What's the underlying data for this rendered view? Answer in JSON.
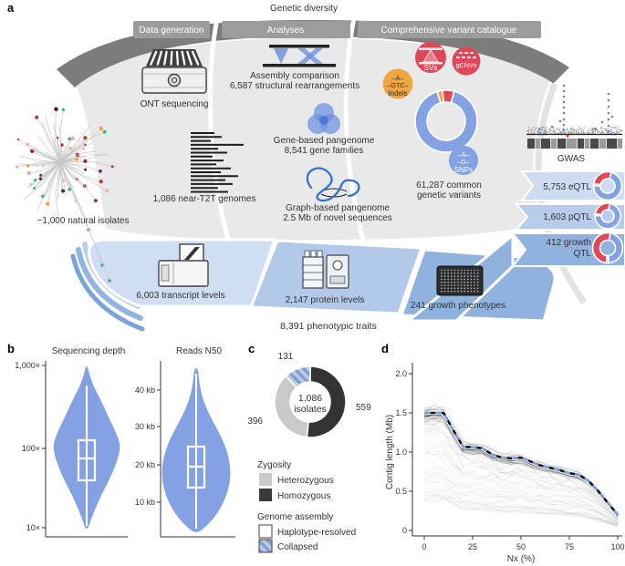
{
  "figure": {
    "panel_a_label": "a",
    "panel_b_label": "b",
    "panel_c_label": "c",
    "panel_d_label": "d"
  },
  "colors": {
    "accent_blue": "#84a1e4",
    "deep_blue": "#2f6fd6",
    "red": "#e0485a",
    "orange": "#f0a643",
    "dark": "#333333",
    "light_gray": "#c9c9c9",
    "band_gray": "#7c7c7c",
    "header_gray": "#9c9c9c",
    "funnel_gray": "#e9e9e9",
    "flow_light": "#cfdef2",
    "flow_mid": "#b3c9ea",
    "flow_dark": "#8fb2df"
  },
  "panel_a": {
    "title": "Genetic diversity",
    "headers": [
      "Data generation",
      "Analyses",
      "Comprehensive variant catalogue"
    ],
    "ont_label": "ONT sequencing",
    "genomes_label": "1,086 near-T2T genomes",
    "tree_label": "~1,000 natural isolates",
    "assembly": [
      "Assembly comparison",
      "6,587 structural rearrangements"
    ],
    "gene": [
      "Gene-based pangenome",
      "8,541 gene families"
    ],
    "graph": [
      "Graph-based pangenome",
      "2.5 Mb of novel sequences"
    ],
    "svs": "SVs",
    "gcnvs": "gCNVs",
    "indels": [
      "–A–",
      "–GTC–",
      "Indels"
    ],
    "snps": [
      "–A–",
      "–G–",
      "SNPs"
    ],
    "variants": [
      "61,287 common",
      "genetic variants"
    ],
    "gwas_label": "GWAS",
    "qtl": [
      {
        "label": "5,753 eQTL"
      },
      {
        "label": "1,603 pQTL"
      },
      {
        "label1": "412 growth",
        "label2": "QTL"
      }
    ],
    "flow": {
      "transcript": "6,003 transcript levels",
      "protein": "2,147 protein levels",
      "growth": "241 growth phenotypes",
      "traits": "8,391 phenotypic traits"
    }
  },
  "panel_b": {
    "left": {
      "title": "Sequencing depth",
      "ticks": [
        "1,000×",
        "100×",
        "10×"
      ]
    },
    "right": {
      "title": "Reads N50",
      "ticks": [
        "40 kb",
        "30 kb",
        "20 kb",
        "10 kb"
      ]
    }
  },
  "panel_c": {
    "counts": {
      "homozygous": "559",
      "heterozygous": "396",
      "collapsed": "131"
    },
    "center": [
      "1,086",
      "isolates"
    ],
    "legend": {
      "zygosity_title": "Zygosity",
      "heterozygous": "Heterozygous",
      "homozygous": "Homozygous",
      "assembly_title": "Genome assembly",
      "haplotype": "Haplotype-resolved",
      "collapsed": "Collapsed"
    }
  },
  "panel_d": {
    "xlabel": "Nx (%)",
    "ylabel": "Contig length (Mb)",
    "yticks": [
      "2.0",
      "1.5",
      "1.0",
      "0.5",
      "0"
    ],
    "xticks": [
      "0",
      "25",
      "50",
      "75",
      "100"
    ]
  },
  "chart_data": [
    {
      "id": "seq_depth_violin",
      "type": "violin",
      "title": "Sequencing depth",
      "yscale": "log",
      "yticks": [
        "1,000×",
        "100×",
        "10×"
      ],
      "summary": {
        "median": "≈80×",
        "q1": "≈45×",
        "q3": "≈130×",
        "whisker_low": "≈12×",
        "whisker_high": "≈600×"
      },
      "profile": [
        [
          0,
          0.03
        ],
        [
          0.05,
          0.08
        ],
        [
          0.12,
          0.2
        ],
        [
          0.2,
          0.4
        ],
        [
          0.3,
          0.62
        ],
        [
          0.4,
          0.85
        ],
        [
          0.48,
          1
        ],
        [
          0.55,
          0.95
        ],
        [
          0.63,
          0.82
        ],
        [
          0.72,
          0.62
        ],
        [
          0.8,
          0.42
        ],
        [
          0.88,
          0.25
        ],
        [
          0.95,
          0.12
        ],
        [
          1,
          0.04
        ]
      ]
    },
    {
      "id": "reads_n50_violin",
      "type": "violin",
      "title": "Reads N50",
      "yticks": [
        "40 kb",
        "30 kb",
        "20 kb",
        "10 kb"
      ],
      "summary": {
        "median": "≈20 kb",
        "q1": "≈14 kb",
        "q3": "≈25 kb",
        "whisker_low": "≈3 kb",
        "whisker_high": "≈45 kb"
      },
      "profile": [
        [
          0,
          0.05
        ],
        [
          0.06,
          0.08
        ],
        [
          0.15,
          0.14
        ],
        [
          0.25,
          0.3
        ],
        [
          0.35,
          0.55
        ],
        [
          0.45,
          0.8
        ],
        [
          0.55,
          0.95
        ],
        [
          0.65,
          1
        ],
        [
          0.75,
          0.92
        ],
        [
          0.85,
          0.72
        ],
        [
          0.93,
          0.45
        ],
        [
          1,
          0.1
        ]
      ]
    },
    {
      "id": "isolates_donut",
      "type": "pie",
      "total": 1086,
      "start": 0,
      "segments": [
        {
          "label": "Homozygous",
          "value": 559,
          "color": "#333333"
        },
        {
          "label": "Heterozygous",
          "value": 396,
          "color": "#c9c9c9"
        },
        {
          "label": "Collapsed",
          "value": 131,
          "color": "hatch"
        }
      ]
    },
    {
      "id": "variant_donut",
      "type": "pie",
      "start": 343,
      "segments": [
        {
          "label": "Indels",
          "sweep": 10,
          "color": "#f0a643"
        },
        {
          "label": "SVs",
          "sweep": 22,
          "color": "#e0485a"
        },
        {
          "label": "SNPs",
          "sweep": 328,
          "color": "#84a1e4"
        }
      ]
    },
    {
      "id": "eqtl_donut",
      "type": "pie",
      "start": 270,
      "segments": [
        {
          "sweep": 10,
          "color": "#f0a643"
        },
        {
          "sweep": 95,
          "color": "#e0485a"
        },
        {
          "sweep": 255,
          "color": "#84a1e4"
        }
      ]
    },
    {
      "id": "pqtl_donut",
      "type": "pie",
      "start": 272,
      "segments": [
        {
          "sweep": 9,
          "color": "#f0a643"
        },
        {
          "sweep": 88,
          "color": "#e0485a"
        },
        {
          "sweep": 263,
          "color": "#84a1e4"
        }
      ]
    },
    {
      "id": "growth_qtl_donut",
      "type": "pie",
      "start": 175,
      "segments": [
        {
          "sweep": 10,
          "color": "#f0a643"
        },
        {
          "sweep": 185,
          "color": "#e0485a"
        },
        {
          "sweep": 165,
          "color": "#84a1e4"
        }
      ]
    },
    {
      "id": "contig_nx",
      "type": "line",
      "xlabel": "Nx (%)",
      "ylabel": "Contig length (Mb)",
      "xlim": [
        0,
        100
      ],
      "ylim": [
        0,
        2.0
      ],
      "x": [
        0,
        5,
        10,
        15,
        20,
        25,
        30,
        35,
        40,
        45,
        50,
        55,
        60,
        65,
        70,
        75,
        80,
        85,
        90,
        95,
        100
      ],
      "median_series": [
        1.5,
        1.5,
        1.5,
        1.28,
        1.07,
        1.06,
        1.05,
        0.97,
        0.93,
        0.92,
        0.93,
        0.88,
        0.83,
        0.8,
        0.77,
        0.73,
        0.71,
        0.63,
        0.5,
        0.35,
        0.2
      ],
      "note": "faint grey lines: per-genome Nx curves; blue dashed line: median"
    }
  ]
}
